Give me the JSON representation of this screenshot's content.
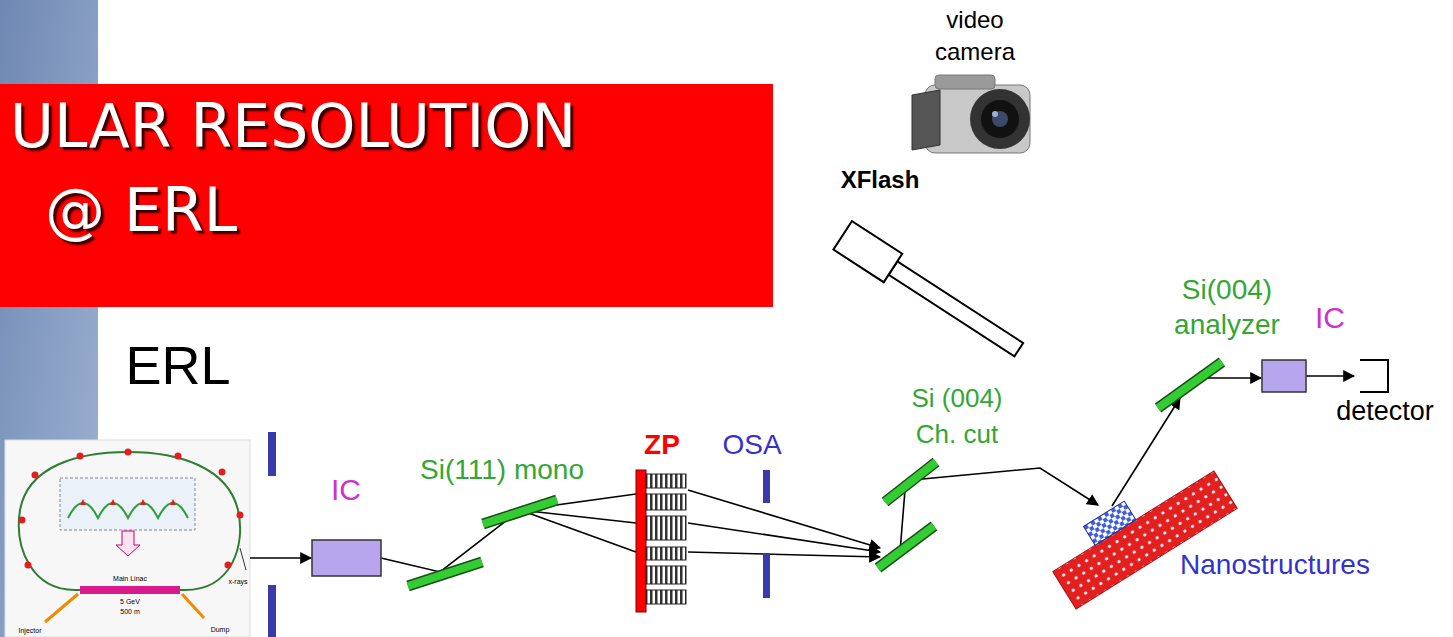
{
  "diagram": {
    "title": "ULAR RESOLUTION @ ERL",
    "labels": [
      "ERL",
      "Main Linac",
      "5 GeV",
      "500 m",
      "Injector",
      "Dump",
      "x-rays",
      "IC",
      "Si(111) mono",
      "ZP",
      "OSA",
      "Si (004) Ch. cut",
      "Nanostructures",
      "XFlash",
      "video camera",
      "Si(004) analyzer",
      "IC",
      "detector"
    ]
  }
}
